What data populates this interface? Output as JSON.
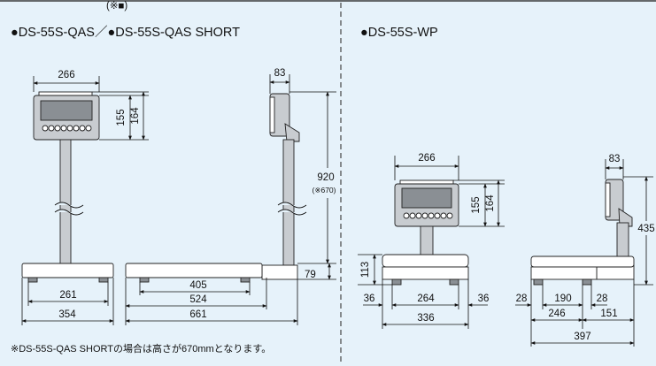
{
  "header_fragment": "(※■)",
  "left_panel": {
    "title": "●DS-55S-QAS／●DS-55S-QAS SHORT",
    "dims": {
      "head_width": "266",
      "head_h1": "155",
      "head_h2": "164",
      "side_head_depth": "83",
      "pole_height": "920",
      "pole_height_short": "(※670)",
      "platform_height": "79",
      "base_width_inner": "261",
      "base_width": "354",
      "side_inner": "405",
      "side_mid": "524",
      "side_total": "661"
    },
    "note": "※DS-55S-QAS SHORTの場合は高さが670mmとなります。"
  },
  "right_panel": {
    "title": "●DS-55S-WP",
    "dims": {
      "head_width": "266",
      "head_h1": "155",
      "head_h2": "164",
      "side_head_depth": "83",
      "total_height": "435",
      "base_height": "113",
      "foot_left": "36",
      "foot_span": "264",
      "foot_right": "36",
      "base_width": "336",
      "side_left": "28",
      "side_mid": "190",
      "side_right": "28",
      "side_span": "246",
      "side_tail": "151",
      "side_total": "397"
    }
  }
}
